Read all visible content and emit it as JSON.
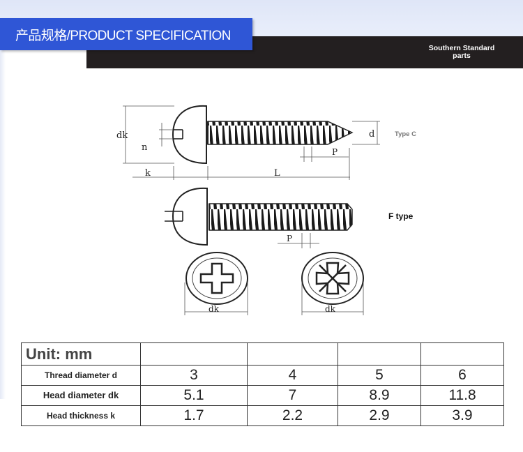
{
  "header": {
    "title": "产品规格/PRODUCT SPECIFICATION",
    "brand": "Southern Standard parts"
  },
  "drawing": {
    "labels": {
      "dk": "dk",
      "n": "n",
      "d": "d",
      "P": "P",
      "k": "k",
      "L": "L"
    },
    "type_c": "Type C",
    "type_f": "F type"
  },
  "table": {
    "unit": "Unit: mm",
    "rows": [
      {
        "label": "Thread diameter d",
        "values": [
          "3",
          "4",
          "5",
          "6"
        ]
      },
      {
        "label": "Head diameter dk",
        "values": [
          "5.1",
          "7",
          "8.9",
          "11.8"
        ]
      },
      {
        "label": "Head thickness k",
        "values": [
          "1.7",
          "2.2",
          "2.9",
          "3.9"
        ]
      }
    ]
  }
}
